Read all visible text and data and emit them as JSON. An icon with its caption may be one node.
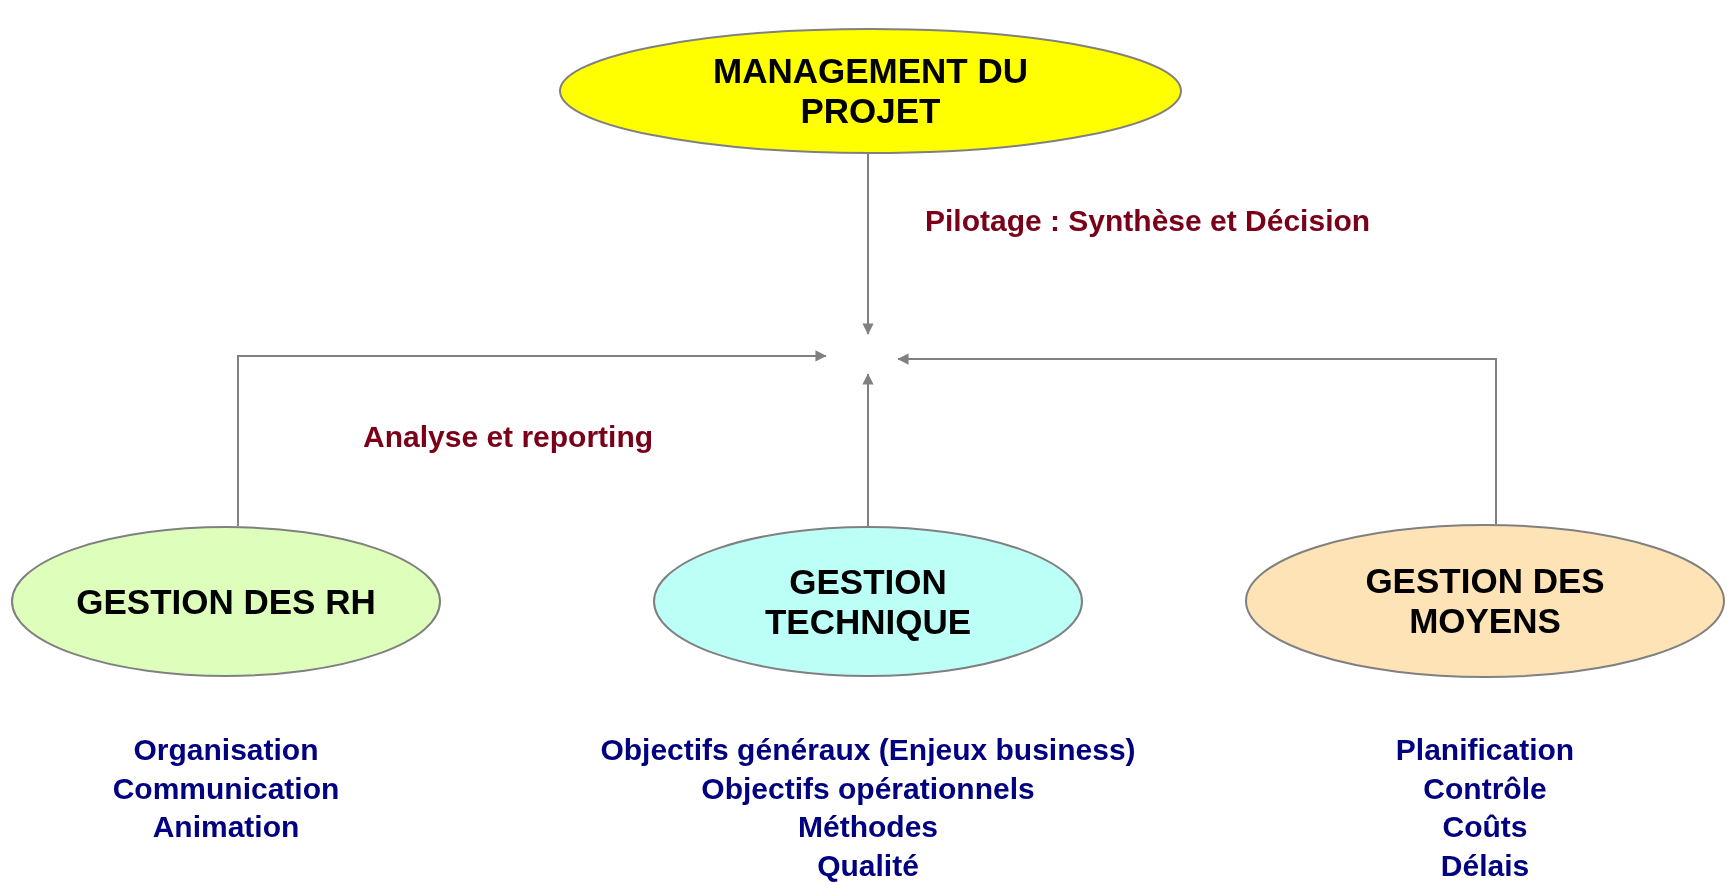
{
  "diagram": {
    "nodes": [
      {
        "text": [
          "MANAGEMENT DU PROJET"
        ]
      },
      {
        "text": [
          "GESTION DES RH"
        ],
        "beside": [
          "Organisation",
          "Communication",
          "Animation"
        ]
      },
      {
        "text": [
          "GESTION TECHNIQUE"
        ],
        "beside": [
          "Objectifs généraux (Enjeux business)",
          "Objectifs opérationnels",
          "Méthodes",
          "Qualité"
        ]
      },
      {
        "text": [
          "GESTION DES MOYENS"
        ],
        "beside": [
          "Planification",
          "Contrôle",
          "Coûts",
          "Délais"
        ]
      }
    ],
    "edges": [
      {
        "from": 0,
        "to": null,
        "arrow": "to"
      },
      {
        "from": 1,
        "to": null,
        "arrow": "to"
      },
      {
        "from": 2,
        "to": null,
        "arrow": "to"
      },
      {
        "from": 3,
        "to": null,
        "arrow": "to"
      }
    ],
    "labels": [
      "Pilotage : Synthèse et Décision",
      "Analyse et reporting"
    ]
  }
}
